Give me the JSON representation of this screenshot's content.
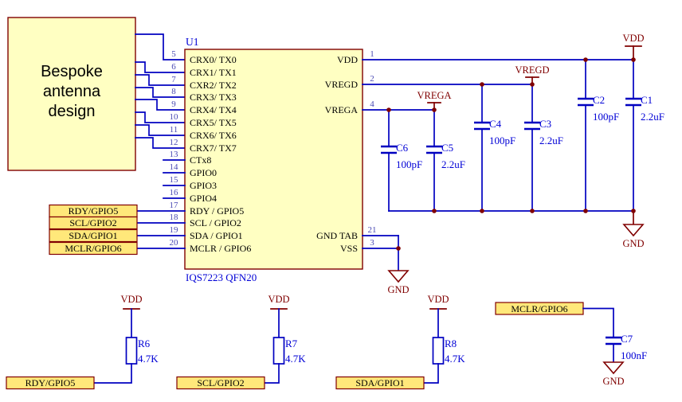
{
  "antenna": {
    "line1": "Bespoke",
    "line2": "antenna",
    "line3": "design"
  },
  "ic": {
    "designator": "U1",
    "part": "IQS7223 QFN20",
    "left_pins": [
      {
        "num": "5",
        "name": "CRX0/ TX0"
      },
      {
        "num": "6",
        "name": "CRX1/ TX1"
      },
      {
        "num": "7",
        "name": "CXR2/ TX2"
      },
      {
        "num": "8",
        "name": "CRX3/ TX3"
      },
      {
        "num": "9",
        "name": "CRX4/ TX4"
      },
      {
        "num": "10",
        "name": "CRX5/ TX5"
      },
      {
        "num": "11",
        "name": "CRX6/ TX6"
      },
      {
        "num": "12",
        "name": "CRX7/ TX7"
      },
      {
        "num": "13",
        "name": "CTx8"
      },
      {
        "num": "14",
        "name": "GPIO0"
      },
      {
        "num": "15",
        "name": "GPIO3"
      },
      {
        "num": "16",
        "name": "GPIO4"
      },
      {
        "num": "17",
        "name": "RDY / GPIO5"
      },
      {
        "num": "18",
        "name": "SCL / GPIO2"
      },
      {
        "num": "19",
        "name": "SDA / GPIO1"
      },
      {
        "num": "20",
        "name": "MCLR / GPIO6"
      }
    ],
    "right_pins": [
      {
        "num": "1",
        "name": "VDD"
      },
      {
        "num": "2",
        "name": "VREGD"
      },
      {
        "num": "4",
        "name": "VREGA"
      },
      {
        "num": "21",
        "name": "GND TAB"
      },
      {
        "num": "3",
        "name": "VSS"
      }
    ]
  },
  "ports": {
    "rdy": "RDY/GPIO5",
    "scl": "SCL/GPIO2",
    "sda": "SDA/GPIO1",
    "mclr": "MCLR/GPIO6"
  },
  "power_nets": {
    "vdd": "VDD",
    "gnd": "GND",
    "vregd": "VREGD",
    "vrega": "VREGA"
  },
  "capacitors": [
    {
      "ref": "C1",
      "value": "2.2uF"
    },
    {
      "ref": "C2",
      "value": "100pF"
    },
    {
      "ref": "C3",
      "value": "2.2uF"
    },
    {
      "ref": "C4",
      "value": "100pF"
    },
    {
      "ref": "C5",
      "value": "2.2uF"
    },
    {
      "ref": "C6",
      "value": "100pF"
    },
    {
      "ref": "C7",
      "value": "100nF"
    }
  ],
  "resistors": [
    {
      "ref": "R6",
      "value": "4.7K"
    },
    {
      "ref": "R7",
      "value": "4.7K"
    },
    {
      "ref": "R8",
      "value": "4.7K"
    }
  ],
  "colors": {
    "wire": "#0000C0",
    "component_text": "#0000D6",
    "power_net": "#800000",
    "body_fill": "#FFFFC2",
    "body_border": "#800000",
    "port_fill": "#FFE87A",
    "pin_number": "#4A4AB4",
    "background": "#FFFFFF"
  }
}
